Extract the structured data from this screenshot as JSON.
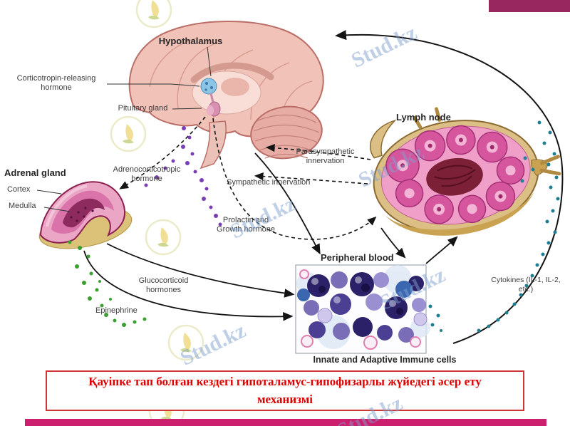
{
  "watermark": {
    "text": "Stud.kz"
  },
  "caption": {
    "line1": "Қауіпке тап болған кездегі гипоталамус-гипофизарлы жүйедегі әсер ету",
    "line2": "механизмі"
  },
  "diagram": {
    "labels": {
      "hypothalamus": "Hypothalamus",
      "crh": "Corticotropin-releasing hormone",
      "pituitary_gland": "Pituitary gland",
      "adrenal_gland": "Adrenal gland",
      "cortex": "Cortex",
      "medulla": "Medulla",
      "acth": "Adrenocorticotropic hormone",
      "parasympathetic": "Parasympathetic innervation",
      "sympathetic": "Sympathetic innervation",
      "prolactin_gh": "Prolactin and Growth hormone",
      "lymph_node": "Lymph node",
      "peripheral_blood": "Peripheral blood",
      "glucocorticoid": "Glucocorticoid hormones",
      "epinephrine": "Epinephrine",
      "cytokines": "Cytokines (IL-1, IL-2, etc.)",
      "immune_cells": "Innate and Adaptive Immune cells"
    },
    "colors": {
      "brain_fill": "#f1c2b8",
      "hypothalamus_blue": "#8cc4e6",
      "lymph_pink": "#f0a0c8",
      "adrenal_pink": "#eba6c6",
      "capsule_tan": "#dcbf85",
      "dots_green": "#3aa030",
      "dots_purple": "#7b3fb5",
      "dots_teal": "#1f7f92",
      "corner_block": "#97275e",
      "bottom_bar": "#cc1f6e",
      "caption_red": "#e00000"
    }
  }
}
